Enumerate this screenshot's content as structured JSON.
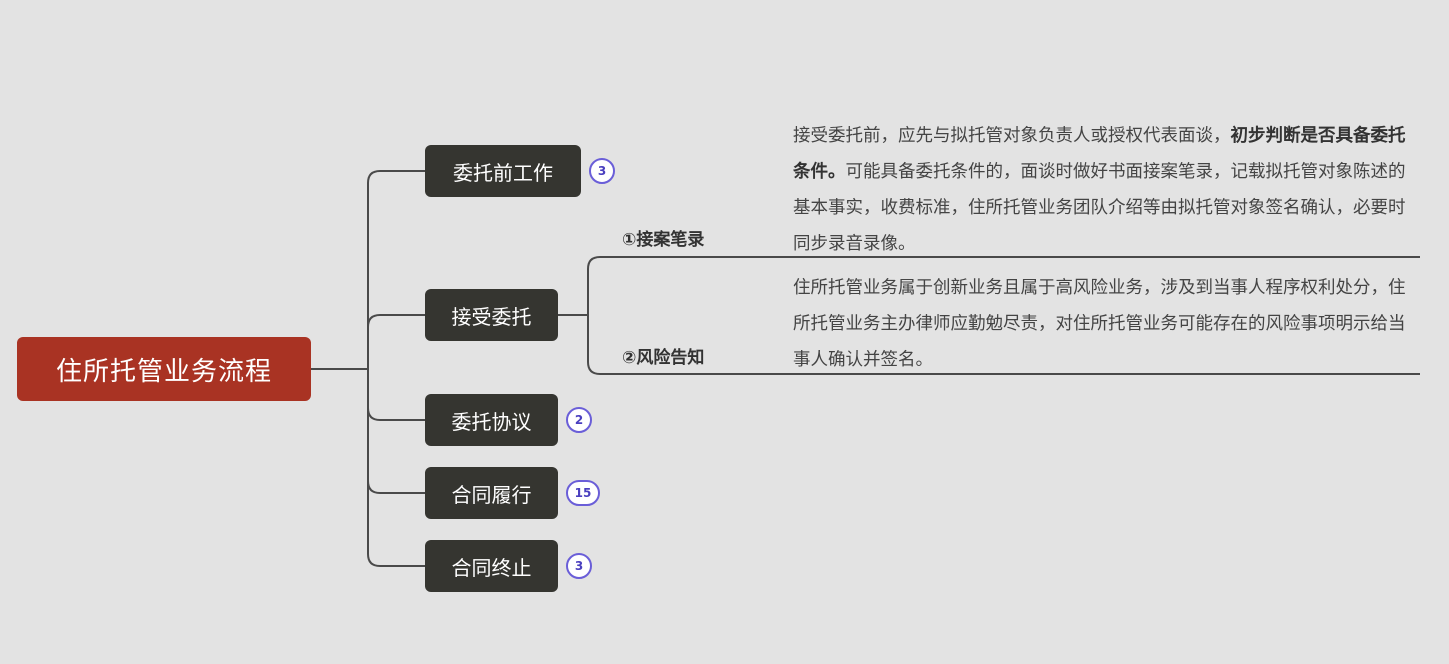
{
  "root": {
    "label": "住所托管业务流程"
  },
  "branches": [
    {
      "label": "委托前工作",
      "badge": "3"
    },
    {
      "label": "接受委托",
      "badge": ""
    },
    {
      "label": "委托协议",
      "badge": "2"
    },
    {
      "label": "合同履行",
      "badge": "15"
    },
    {
      "label": "合同终止",
      "badge": "3"
    }
  ],
  "accept_children": [
    {
      "label": "①接案笔录",
      "note_before": "接受委托前，应先与拟托管对象负责人或授权代表面谈，",
      "note_bold": "初步判断是否具备委托条件。",
      "note_after": "可能具备委托条件的，面谈时做好书面接案笔录，记载拟托管对象陈述的基本事实，收费标准，住所托管业务团队介绍等由拟托管对象签名确认，必要时同步录音录像。"
    },
    {
      "label": "②风险告知",
      "note": "住所托管业务属于创新业务且属于高风险业务，涉及到当事人程序权利处分，住所托管业务主办律师应勤勉尽责，对住所托管业务可能存在的风险事项明示给当事人确认并签名。"
    }
  ],
  "colors": {
    "background": "#e3e3e3",
    "root": "#a93323",
    "node": "#353530",
    "line": "#4a4a4a",
    "badge_border": "#6a5ed8"
  }
}
